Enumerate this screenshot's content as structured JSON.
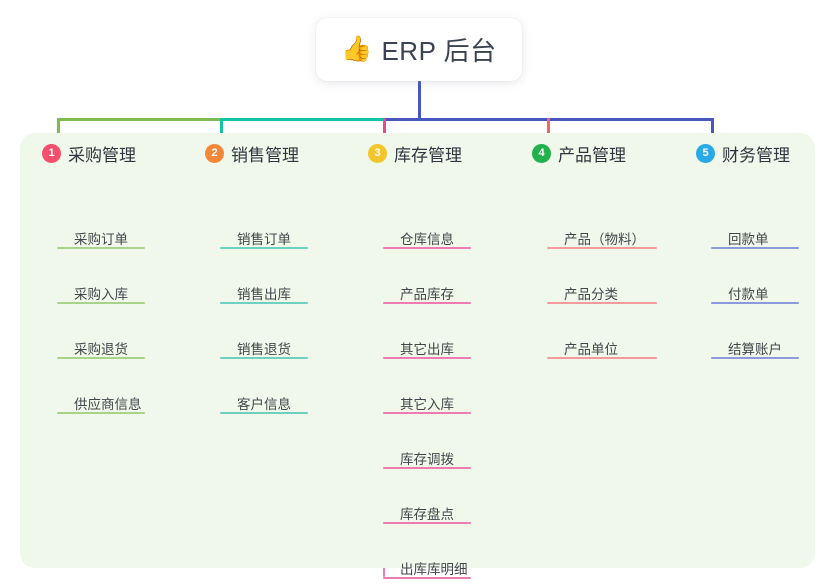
{
  "root": {
    "icon": "thumbs-up-icon",
    "emoji": "👍",
    "title": "ERP 后台"
  },
  "theme": {
    "panel_bg": "#eff8ea",
    "page_bg": "#ffffff",
    "root_drop_line": "#4a57c0",
    "bus_left": "#7cbc52",
    "bus_mid": "#15c3a5",
    "bus_right": "#4a57c0"
  },
  "columns": [
    {
      "index": "1",
      "title": "采购管理",
      "badge_color": "#f4506c",
      "line_color": "#7cbc52",
      "leaf_line_color": "#a8d48a",
      "items": [
        "采购订单",
        "采购入库",
        "采购退货",
        "供应商信息"
      ]
    },
    {
      "index": "2",
      "title": "销售管理",
      "badge_color": "#f4883a",
      "line_color": "#15c3a5",
      "leaf_line_color": "#6fd0c0",
      "items": [
        "销售订单",
        "销售出库",
        "销售退货",
        "客户信息"
      ]
    },
    {
      "index": "3",
      "title": "库存管理",
      "badge_color": "#f6c52b",
      "line_color": "#ec4899",
      "leaf_line_color": "#ef7bb3",
      "items": [
        "仓库信息",
        "产品库存",
        "其它出库",
        "其它入库",
        "库存调拨",
        "库存盘点",
        "出库库明细"
      ]
    },
    {
      "index": "4",
      "title": "产品管理",
      "badge_color": "#22b14c",
      "line_color": "#f4646a",
      "leaf_line_color": "#f59a9c",
      "items": [
        "产品（物料）",
        "产品分类",
        "产品单位"
      ]
    },
    {
      "index": "5",
      "title": "财务管理",
      "badge_color": "#29a9e8",
      "line_color": "#4a57c0",
      "leaf_line_color": "#8c99dd",
      "items": [
        "回款单",
        "付款单",
        "结算账户"
      ]
    }
  ]
}
